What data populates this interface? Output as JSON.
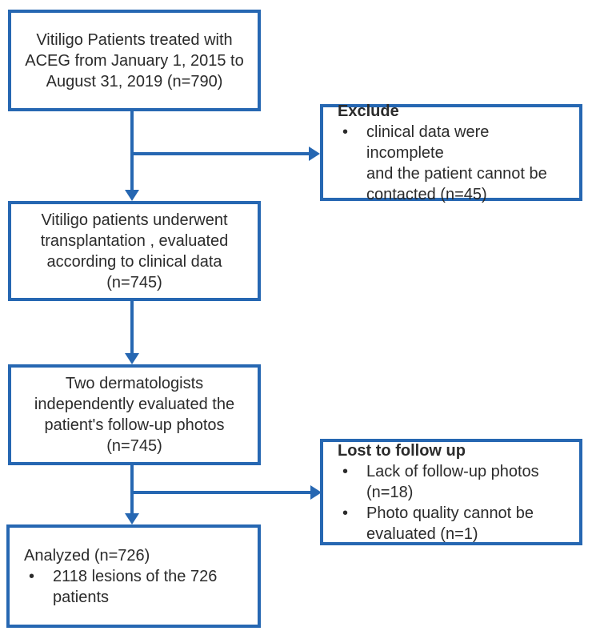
{
  "colors": {
    "accent_blue": "#2667B2",
    "text": "#2B2B2B",
    "background": "#FFFFFF"
  },
  "bullet_glyph": "•",
  "boxes": {
    "initial": {
      "text": "Vitiligo Patients treated with\nACEG from January 1, 2015 to\nAugust 31, 2019 (n=790)"
    },
    "exclude": {
      "title": "Exclude",
      "bullets": [
        "clinical data were incomplete\nand the patient cannot be\ncontacted (n=45)"
      ]
    },
    "transplantation": {
      "text": "Vitiligo patients underwent\ntransplantation , evaluated\naccording to clinical data\n(n=745)"
    },
    "dermatologists": {
      "text": "Two dermatologists\nindependently evaluated the\npatient's follow-up photos\n(n=745)"
    },
    "lost": {
      "title": "Lost to follow up",
      "bullets": [
        "Lack of follow-up photos (n=18)",
        "Photo quality cannot be\nevaluated (n=1)"
      ]
    },
    "analyzed": {
      "title": "Analyzed (n=726)",
      "bullets": [
        "2118 lesions of the 726\npatients"
      ]
    }
  }
}
